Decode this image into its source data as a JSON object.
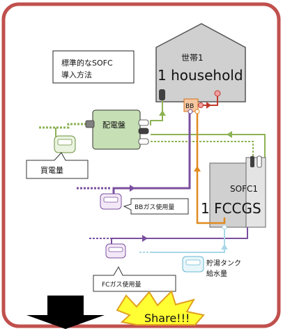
{
  "title_box": {
    "line1": "標準的なSOFC",
    "line2": "導入方法"
  },
  "household": {
    "label_jp": "世帯1",
    "label_en": "1 household"
  },
  "bb_label": "BB",
  "distribution_panel": "配電盤",
  "purchased_power": "買電量",
  "bb_gas_usage": "BBガス使用量",
  "sofc": {
    "label_jp": "SOFC1",
    "label_en": "1 FCCGS"
  },
  "fc_gas_usage": "FCガス使用量",
  "water_supply": {
    "line1": "貯湯タンク",
    "line2": "給水量"
  },
  "share_label": "Share!!!",
  "colors": {
    "frame": "#c0504d",
    "green_line": "#8db354",
    "purple_line": "#7a4f9e",
    "orange_line": "#e08a1f",
    "water_line": "#a8d8e8",
    "building_fill": "#d0d0d0",
    "panel_fill": "#c6dfb4",
    "star_fill": "#ffff33",
    "star_stroke": "#e0a020"
  }
}
